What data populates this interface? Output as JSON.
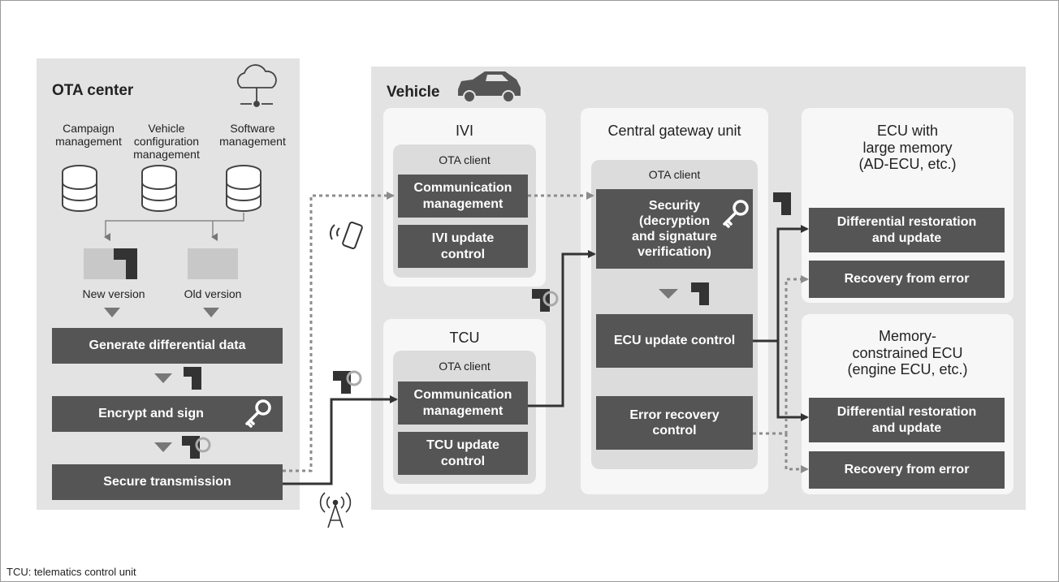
{
  "ota_center": {
    "title": "OTA center",
    "db_campaign": "Campaign\nmanagement",
    "db_vehicle": "Vehicle\nconfiguration\nmanagement",
    "db_software": "Software\nmanagement",
    "new_version": "New version",
    "old_version": "Old version",
    "generate": "Generate differential data",
    "encrypt": "Encrypt and sign",
    "secure": "Secure transmission"
  },
  "vehicle": {
    "title": "Vehicle",
    "ivi": {
      "title": "IVI",
      "client": "OTA client",
      "comm": "Communication\nmanagement",
      "update": "IVI update\ncontrol"
    },
    "tcu": {
      "title": "TCU",
      "client": "OTA client",
      "comm": "Communication\nmanagement",
      "update": "TCU update\ncontrol"
    },
    "gateway": {
      "title": "Central gateway unit",
      "client": "OTA client",
      "security": "Security\n(decryption\nand signature\nverification)",
      "ecu_update": "ECU update control",
      "error_recovery": "Error recovery\ncontrol"
    },
    "ecu_large": {
      "title": "ECU with\nlarge memory\n(AD-ECU, etc.)",
      "diff": "Differential restoration\nand update",
      "recovery": "Recovery from error"
    },
    "ecu_constrained": {
      "title": "Memory-\nconstrained ECU\n(engine ECU, etc.)",
      "diff": "Differential restoration\nand update",
      "recovery": "Recovery from error"
    }
  },
  "footnote": "TCU: telematics control unit",
  "colors": {
    "panel": "#e3e3e3",
    "card": "#f7f7f7",
    "inner": "#dcdcdc",
    "dark_box": "#555555",
    "arrow": "#333333",
    "dotted": "#8c8c8c"
  },
  "icons": [
    "cloud-server-icon",
    "database-icon",
    "key-icon",
    "data-block-icon",
    "car-icon",
    "smartphone-signal-icon",
    "antenna-tower-icon"
  ]
}
